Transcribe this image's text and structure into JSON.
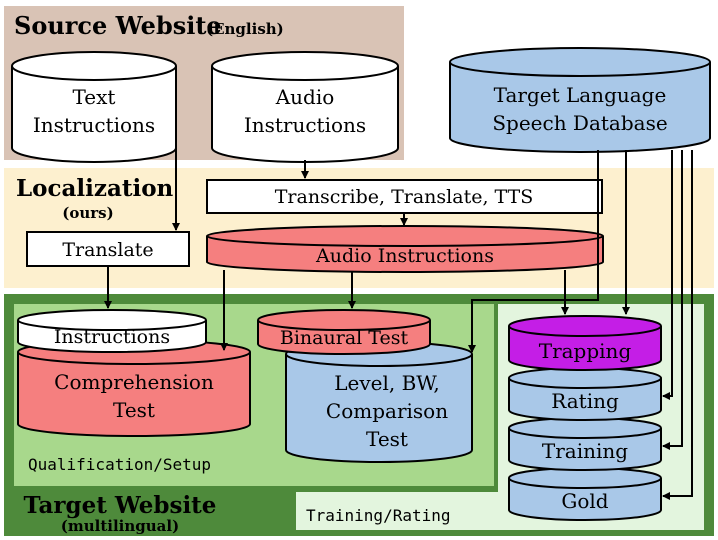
{
  "source": {
    "title": "Source Website",
    "subtitle": "(English)",
    "text_db": [
      "Text",
      "Instructions"
    ],
    "audio_db": [
      "Audio",
      "Instructions"
    ]
  },
  "target_db": [
    "Target Language",
    "Speech Database"
  ],
  "localization": {
    "title": "Localization",
    "subtitle": "(ours)",
    "transcribe_box": "Transcribe, Translate, TTS",
    "translate_box": "Translate",
    "audio_instructions": "Audio Instructions"
  },
  "target": {
    "title": "Target Website",
    "subtitle": "(multilingual)",
    "qualification_label": "Qualification/Setup",
    "training_label": "Training/Rating",
    "instructions": "Instructions",
    "comprehension": [
      "Comprehension",
      "Test"
    ],
    "binaural": "Binaural Test",
    "level_test": [
      "Level, BW,",
      "Comparison",
      "Test"
    ],
    "trapping": "Trapping",
    "rating": "Rating",
    "training": "Training",
    "gold": "Gold"
  },
  "colors": {
    "source_bg": "#d9c3b5",
    "localization_bg": "#fdf0cf",
    "target_bg": "#4e8a3b",
    "qualification_bg": "#a8d88c",
    "training_bg": "#e3f5de",
    "red": "#f57f7f",
    "blue": "#a9c8e8",
    "purple": "#c41ee6"
  }
}
